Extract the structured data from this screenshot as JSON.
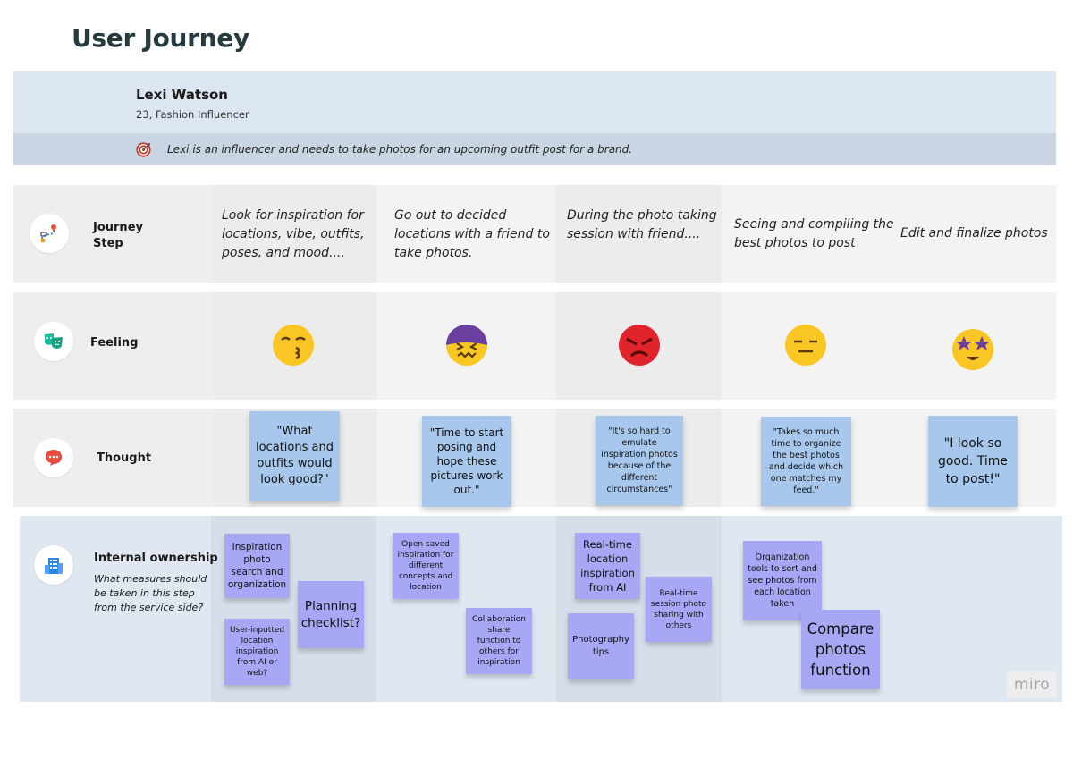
{
  "title": "User Journey",
  "persona": {
    "name": "Lexi Watson",
    "subtitle": "23, Fashion Influencer",
    "goal": "Lexi is an influencer and needs to take photos for an upcoming outfit post for a brand."
  },
  "rows": {
    "journey": {
      "label_line1": "Journey",
      "label_line2": "Step",
      "icon": "map-route-icon"
    },
    "feeling": {
      "label": "Feeling",
      "icon": "theater-masks-icon"
    },
    "thought": {
      "label": "Thought",
      "icon": "speech-bubble-icon"
    },
    "ownership": {
      "label": "Internal ownership",
      "sublabel_lines": [
        "What measures should",
        "be taken in this step",
        "from the service side?"
      ],
      "icon": "office-building-icon"
    }
  },
  "steps": [
    {
      "lines": [
        "Look for inspiration for",
        "locations, vibe, outfits,",
        "poses, and mood...."
      ]
    },
    {
      "lines": [
        "Go out to decided",
        "locations with a friend to",
        "take photos."
      ]
    },
    {
      "lines": [
        "During the photo taking",
        "session with friend...."
      ]
    },
    {
      "lines": [
        "Seeing and compiling the",
        "best photos to post"
      ]
    },
    {
      "lines": [
        "Edit and finalize photos"
      ]
    }
  ],
  "feelings": [
    {
      "icon": "kissing-face-emoji"
    },
    {
      "icon": "confounded-face-emoji"
    },
    {
      "icon": "angry-face-emoji"
    },
    {
      "icon": "expressionless-face-emoji"
    },
    {
      "icon": "star-struck-emoji"
    }
  ],
  "thoughts": [
    {
      "text": "\"What locations and outfits would look good?\""
    },
    {
      "text": "\"Time to start posing and hope these pictures work out.\""
    },
    {
      "text": "\"It's so hard to emulate inspiration photos because of the different circumstances\""
    },
    {
      "text": "\"Takes so much time to organize the best photos and decide which one matches my feed.\""
    },
    {
      "text": "\"I look so good. Time to post!\""
    }
  ],
  "ownership_notes": [
    {
      "text": "Inspiration photo search and organization"
    },
    {
      "text": "Planning checklist?"
    },
    {
      "text": "User-inputted location inspiration from AI or web?"
    },
    {
      "text": "Open saved inspiration for different concepts and location"
    },
    {
      "text": "Collaboration share function to others for inspiration"
    },
    {
      "text": "Real-time location inspiration from AI"
    },
    {
      "text": "Real-time session photo sharing with others"
    },
    {
      "text": "Photography tips"
    },
    {
      "text": "Organization tools to sort and see photos from each location taken"
    },
    {
      "text": "Compare photos function"
    }
  ],
  "watermark": "miro",
  "colors": {
    "persona_bg": "#dbe6f1",
    "goal_bg": "#c9d5e3",
    "blue_sticky": "#a7c7ec",
    "purple_sticky": "#a7a7f5",
    "title": "#253b3f"
  }
}
